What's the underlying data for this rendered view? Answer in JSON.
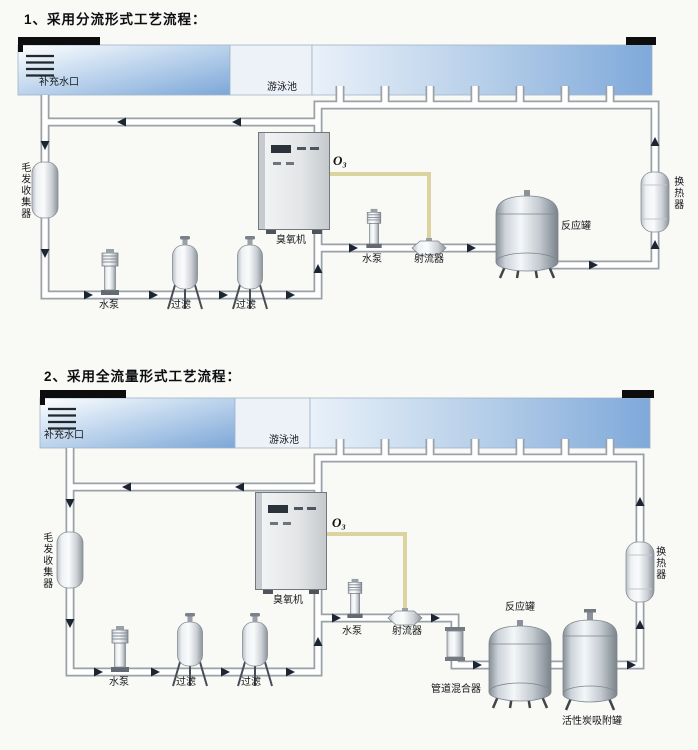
{
  "sections": [
    {
      "title": "1、采用分流形式工艺流程：",
      "pool": {
        "makeup_inlet": "补充水口",
        "name": "游泳池"
      },
      "components": {
        "hair_collector": "毛发收集器",
        "main_pump": "水泵",
        "filter_1": "过滤",
        "filter_2": "过滤",
        "ozone_generator": "臭氧机",
        "ozone_gas": "O₃",
        "booster_pump": "水泵",
        "injector": "射流器",
        "reaction_tank": "反应罐",
        "heat_exchanger": "换热器"
      }
    },
    {
      "title": "2、采用全流量形式工艺流程：",
      "pool": {
        "makeup_inlet": "补充水口",
        "name": "游泳池"
      },
      "components": {
        "hair_collector": "毛发收集器",
        "main_pump": "水泵",
        "filter_1": "过滤",
        "filter_2": "过滤",
        "ozone_generator": "臭氧机",
        "ozone_gas": "O₃",
        "booster_pump": "水泵",
        "injector": "射流器",
        "pipeline_mixer": "管道混合器",
        "reaction_tank": "反应罐",
        "carbon_tank": "活性炭吸附罐",
        "heat_exchanger": "换热器"
      }
    }
  ]
}
